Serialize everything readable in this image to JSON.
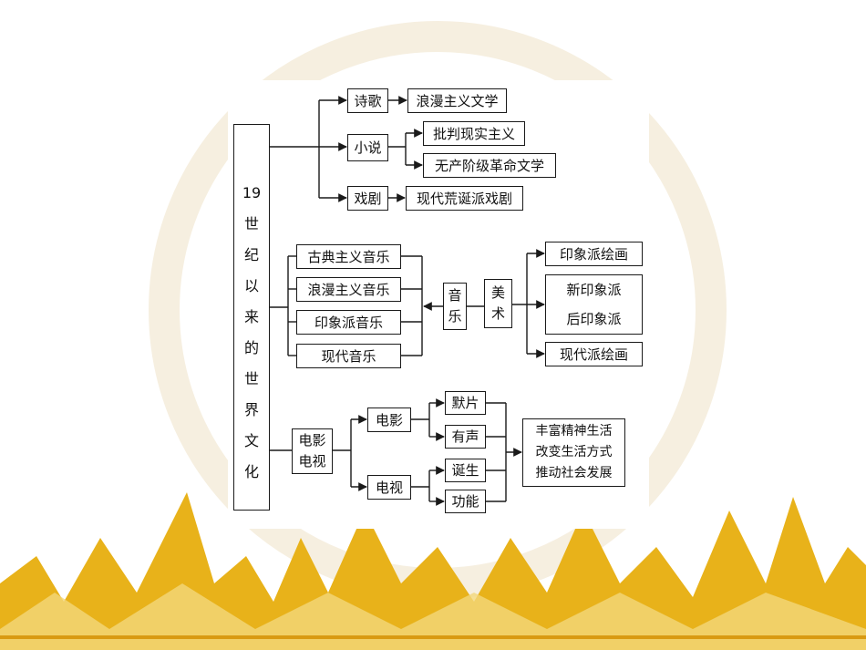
{
  "root": {
    "chars": [
      "19",
      "世",
      "纪",
      "以",
      "来",
      "的",
      "世",
      "界",
      "文",
      "化"
    ]
  },
  "literature": {
    "poetry": "诗歌",
    "romantic_lit": "浪漫主义文学",
    "novel": "小说",
    "critical_realism": "批判现实主义",
    "proletarian_lit": "无产阶级革命文学",
    "drama": "戏剧",
    "absurd_drama": "现代荒诞派戏剧"
  },
  "music": {
    "label": [
      "音",
      "乐"
    ],
    "items": [
      "古典主义音乐",
      "浪漫主义音乐",
      "印象派音乐",
      "现代音乐"
    ]
  },
  "art": {
    "label": [
      "美",
      "术"
    ],
    "items": [
      "印象派绘画",
      "新印象派",
      "后印象派",
      "现代派绘画"
    ]
  },
  "media": {
    "label": [
      "电影",
      "电视"
    ],
    "film": "电影",
    "film_items": [
      "默片",
      "有声"
    ],
    "tv": "电视",
    "tv_items": [
      "诞生",
      "功能"
    ],
    "effects": [
      "丰富精神生活",
      "改变生活方式",
      "推动社会发展"
    ]
  },
  "colors": {
    "gold": "#e8b21a",
    "gold_light": "#f3d77a",
    "line": "#1a1a1a"
  }
}
